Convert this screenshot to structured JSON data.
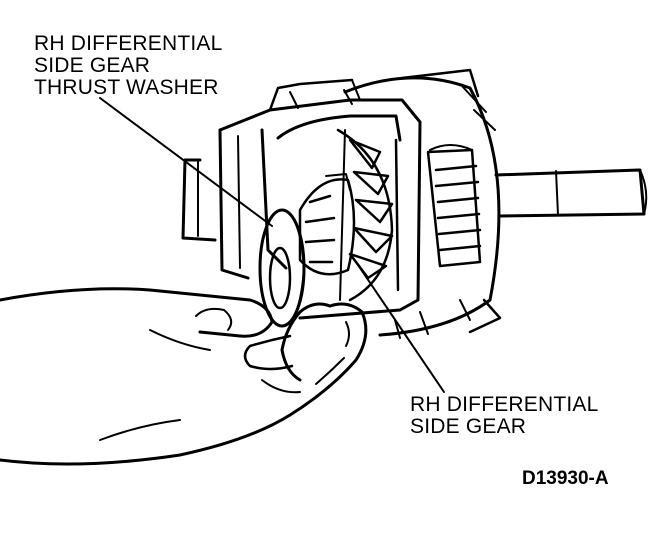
{
  "callouts": {
    "thrust_washer": {
      "lines": [
        "RH DIFFERENTIAL",
        "SIDE GEAR",
        "THRUST WASHER"
      ]
    },
    "side_gear": {
      "lines": [
        "RH DIFFERENTIAL",
        "SIDE GEAR"
      ]
    }
  },
  "figure_id": "D13930-A",
  "colors": {
    "ink": "#000000",
    "paper": "#ffffff"
  }
}
